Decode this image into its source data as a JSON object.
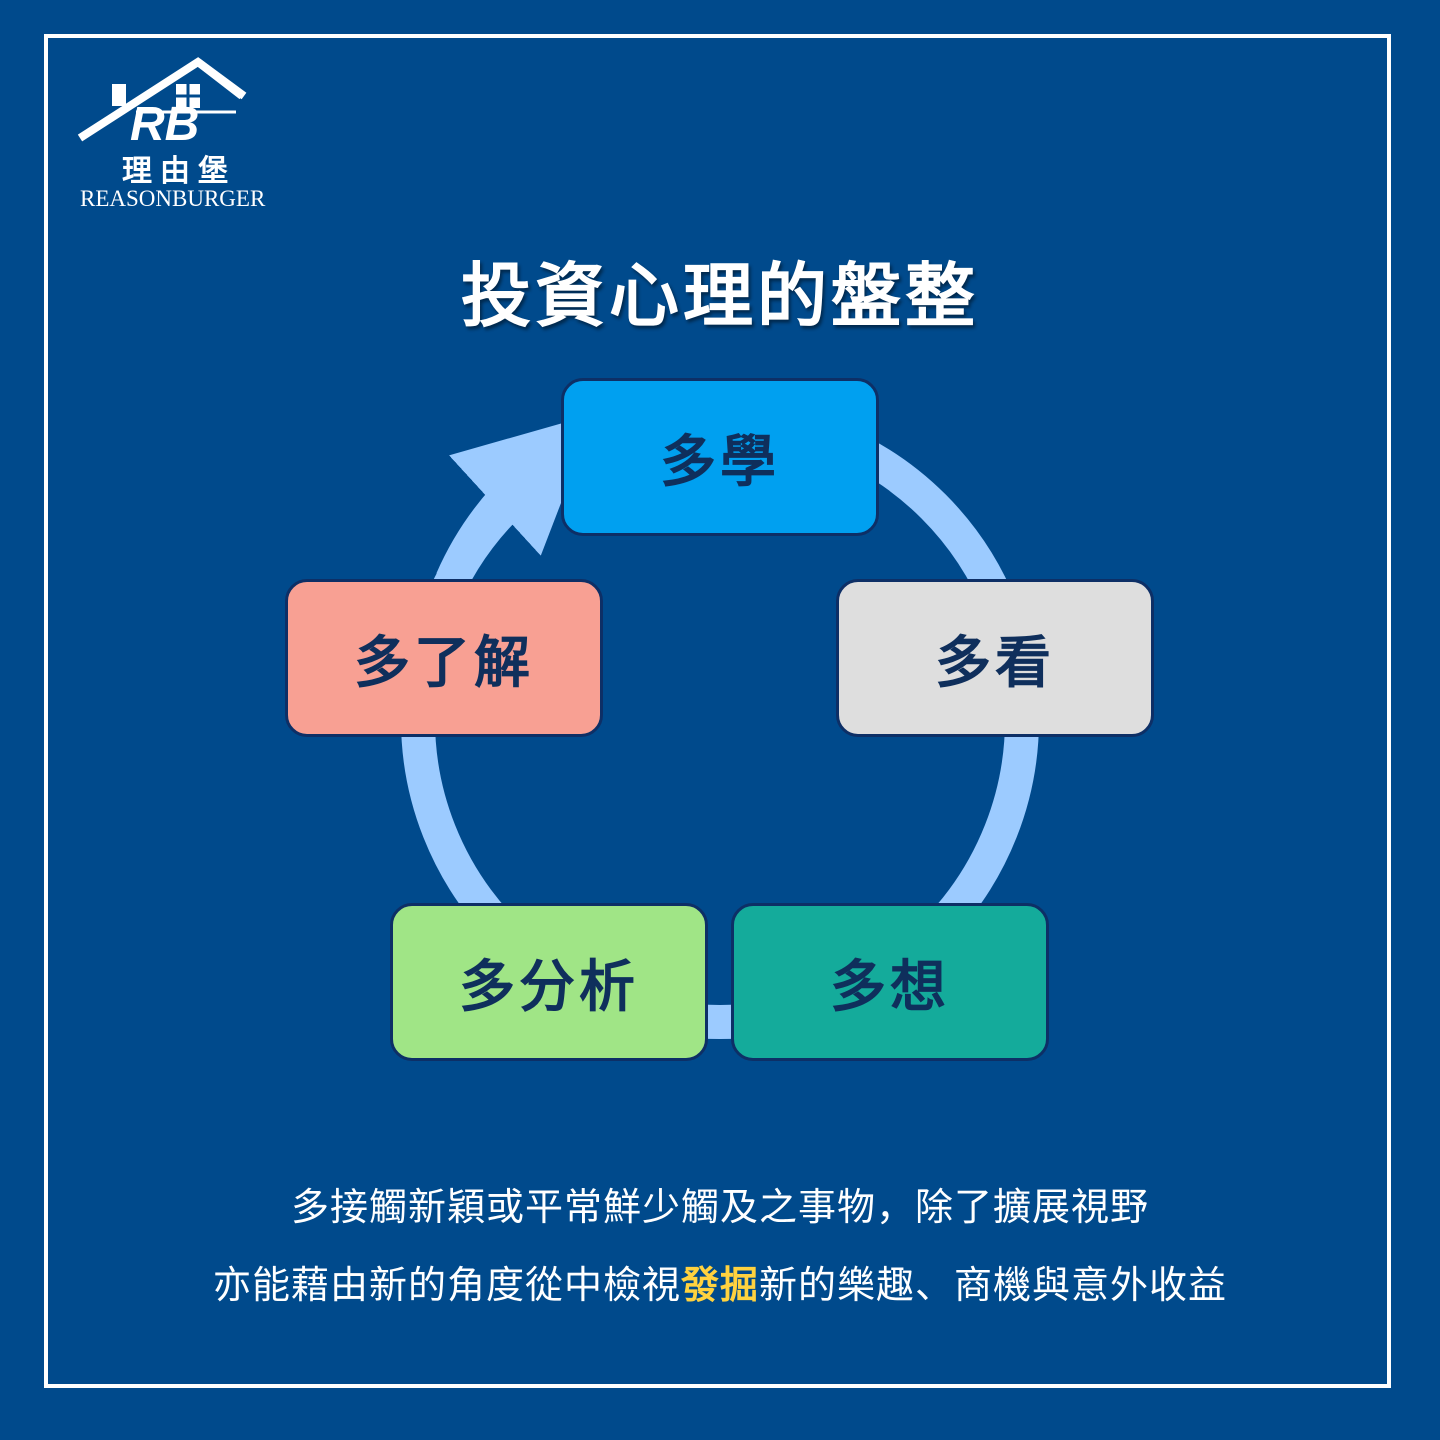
{
  "logo": {
    "mark": "RB",
    "name_cn": "理由堡",
    "name_en": "REASONBURGER"
  },
  "title": "投資心理的盤整",
  "cycle": {
    "nodes": [
      {
        "label": "多學",
        "color": "#00a0f0"
      },
      {
        "label": "多看",
        "color": "#dedede"
      },
      {
        "label": "多想",
        "color": "#14ab9b"
      },
      {
        "label": "多分析",
        "color": "#a0e586"
      },
      {
        "label": "多了解",
        "color": "#f8a093"
      }
    ],
    "ring_color": "#9ccbff"
  },
  "description": {
    "line1": "多接觸新穎或平常鮮少觸及之事物，除了擴展視野",
    "line2_before": "亦能藉由新的角度從中檢視",
    "line2_highlight": "發掘",
    "line2_after": "新的樂趣、商機與意外收益",
    "highlight_color": "#ffd23f"
  }
}
